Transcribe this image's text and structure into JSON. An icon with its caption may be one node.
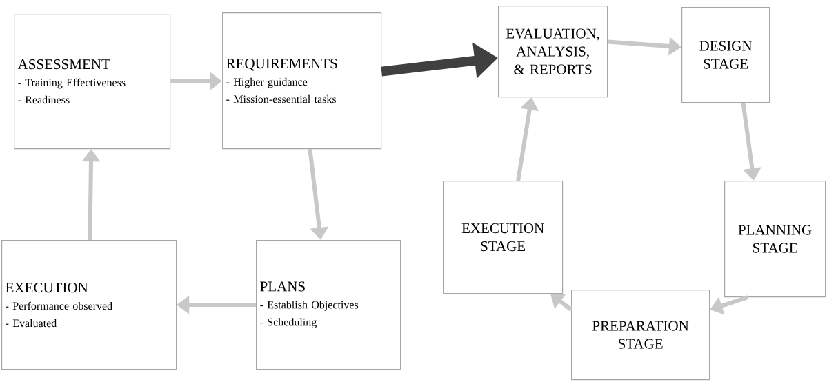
{
  "diagram": {
    "nodes": [
      {
        "text": [
          "ASSESSMENT",
          "- Training Effectiveness",
          "- Readiness"
        ]
      },
      {
        "text": [
          "REQUIREMENTS",
          "- Higher guidance",
          "- Mission-essential tasks"
        ]
      },
      {
        "text": [
          "PLANS",
          "- Establish Objectives",
          "- Scheduling"
        ]
      },
      {
        "text": [
          "EXECUTION",
          "- Performance observed",
          "- Evaluated"
        ]
      },
      {
        "text": [
          "EVALUATION, ANALYSIS, & REPORTS"
        ]
      },
      {
        "text": [
          "DESIGN STAGE"
        ]
      },
      {
        "text": [
          "PLANNING STAGE"
        ]
      },
      {
        "text": [
          "PREPARATION STAGE"
        ]
      },
      {
        "text": [
          "EXECUTION STAGE"
        ]
      }
    ],
    "edges": [
      {
        "from": 0,
        "to": 1,
        "arrow": "to"
      },
      {
        "from": 1,
        "to": 2,
        "arrow": "to"
      },
      {
        "from": 2,
        "to": 3,
        "arrow": "to"
      },
      {
        "from": 3,
        "to": 0,
        "arrow": "to"
      },
      {
        "from": 1,
        "to": 4,
        "arrow": "to",
        "style": "thick",
        "color": "#404040"
      },
      {
        "from": 4,
        "to": 5,
        "arrow": "to"
      },
      {
        "from": 5,
        "to": 6,
        "arrow": "to"
      },
      {
        "from": 6,
        "to": 7,
        "arrow": "to"
      },
      {
        "from": 7,
        "to": 8,
        "arrow": "to"
      },
      {
        "from": 8,
        "to": 4,
        "arrow": "to"
      }
    ]
  }
}
